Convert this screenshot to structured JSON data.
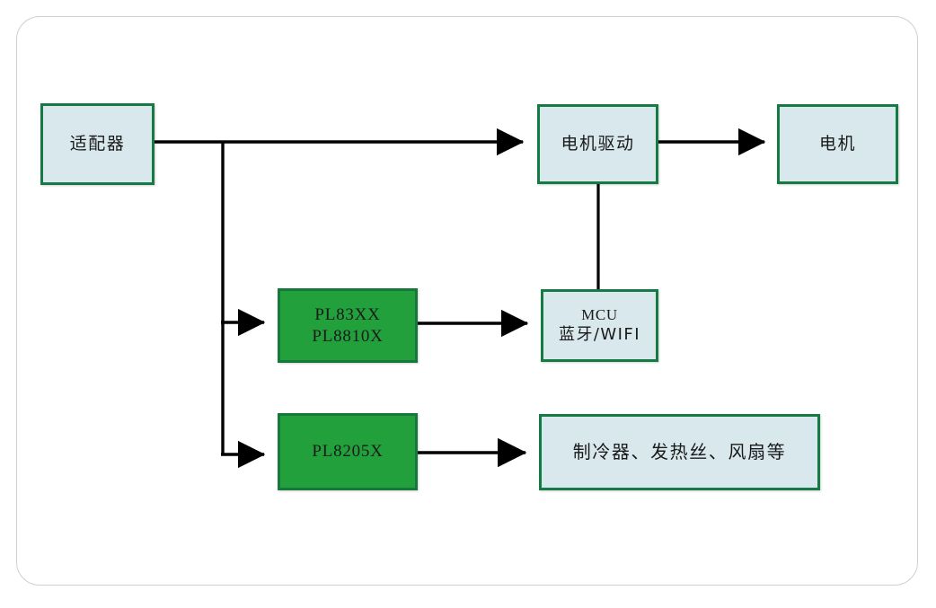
{
  "diagram": {
    "title": "",
    "colors": {
      "blue_fill": "#d9e8ed",
      "green_fill": "#22a03c",
      "box_border_green": "#157a43",
      "wire": "#000000",
      "frame_border": "#cfcfcf",
      "background": "#ffffff"
    },
    "nodes": [
      {
        "id": "adapter",
        "type": "blue",
        "lines": [
          "适配器"
        ]
      },
      {
        "id": "motor-driver",
        "type": "blue",
        "lines": [
          "电机驱动"
        ]
      },
      {
        "id": "motor",
        "type": "blue",
        "lines": [
          "电机"
        ]
      },
      {
        "id": "pl83xx",
        "type": "green",
        "lines": [
          "PL83XX",
          "PL8810X"
        ]
      },
      {
        "id": "mcu",
        "type": "blue",
        "lines": [
          "MCU",
          "蓝牙/WIFI"
        ]
      },
      {
        "id": "pl8205x",
        "type": "green",
        "lines": [
          "PL8205X"
        ]
      },
      {
        "id": "loads",
        "type": "blue",
        "lines": [
          "制冷器、发热丝、风扇等"
        ]
      }
    ],
    "edges": [
      {
        "id": "adapter-to-motor-driver",
        "from": "adapter",
        "to": "motor-driver",
        "arrow": true
      },
      {
        "id": "motor-driver-to-motor",
        "from": "motor-driver",
        "to": "motor",
        "arrow": true
      },
      {
        "id": "motor-driver-to-mcu",
        "from": "motor-driver",
        "to": "mcu",
        "arrow": false
      },
      {
        "id": "adapter-to-pl83xx",
        "from": "adapter",
        "to": "pl83xx",
        "arrow": true
      },
      {
        "id": "pl83xx-to-mcu",
        "from": "pl83xx",
        "to": "mcu",
        "arrow": true
      },
      {
        "id": "adapter-to-pl8205x",
        "from": "adapter",
        "to": "pl8205x",
        "arrow": true
      },
      {
        "id": "pl8205x-to-loads",
        "from": "pl8205x",
        "to": "loads",
        "arrow": true
      }
    ]
  }
}
